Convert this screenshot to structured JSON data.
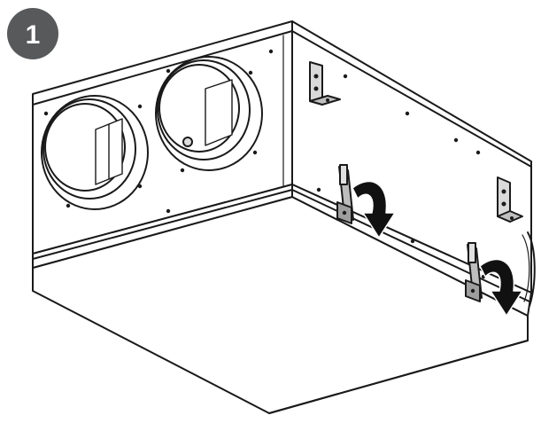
{
  "step_badge": {
    "number": "1",
    "color": "#58595b"
  },
  "illustration": {
    "subject": "ventilation-unit-underside",
    "line_color": "#1a1a1a",
    "face_fill": "#ffffff",
    "arrow_color": "#111111",
    "spigot_count": 2,
    "latch_count": 2,
    "mounting_bracket_count": 2
  }
}
